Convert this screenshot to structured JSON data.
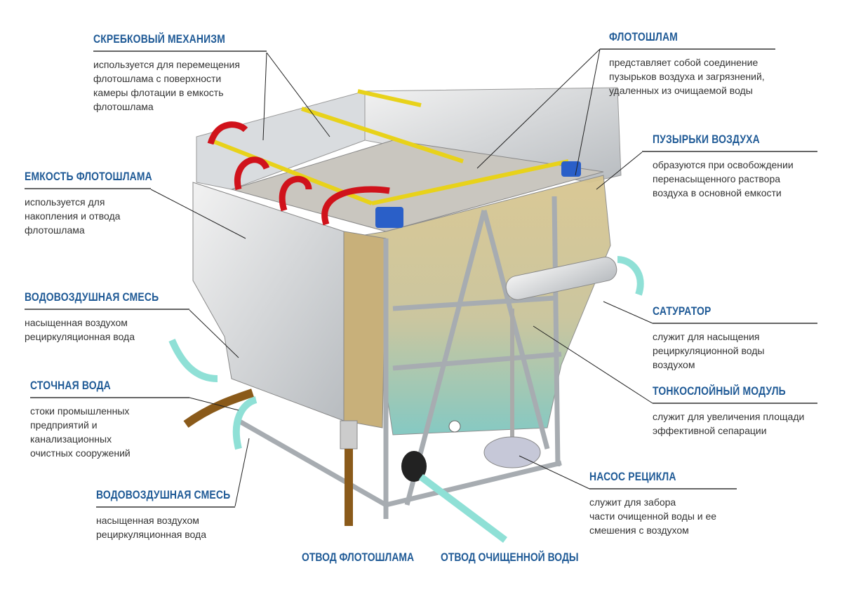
{
  "callouts": {
    "scraper": {
      "title": "СКРЕБКОВЫЙ МЕХАНИЗМ",
      "lines": [
        "используется для перемещения",
        "флотошлама с поверхности",
        "камеры флотации в емкость",
        "флотошлама"
      ]
    },
    "sludge_tank": {
      "title": "ЕМКОСТЬ ФЛОТОШЛАМА",
      "lines": [
        "используется для",
        "накопления и отвода",
        "флотошлама"
      ]
    },
    "air_water_1": {
      "title": "ВОДОВОЗДУШНАЯ СМЕСЬ",
      "lines": [
        "насыщенная воздухом",
        "рециркуляционная вода"
      ]
    },
    "wastewater": {
      "title": "СТОЧНАЯ ВОДА",
      "lines": [
        "стоки промышленных",
        "предприятий и",
        "канализационных",
        "очистных сооружений"
      ]
    },
    "air_water_2": {
      "title": "ВОДОВОЗДУШНАЯ СМЕСЬ",
      "lines": [
        "насыщенная воздухом",
        "рециркуляционная вода"
      ]
    },
    "flotosludge": {
      "title": "ФЛОТОШЛАМ",
      "lines": [
        "представляет собой соединение",
        "пузырьков воздуха и загрязнений,",
        "удаленных из очищаемой воды"
      ]
    },
    "air_bubbles": {
      "title": "ПУЗЫРЬКИ ВОЗДУХА",
      "lines": [
        "образуются при освобождении",
        "перенасыщенного раствора",
        "воздуха в основной емкости"
      ]
    },
    "saturator": {
      "title": "САТУРАТОР",
      "lines": [
        "служит для насыщения",
        "рециркуляционной воды",
        "воздухом"
      ]
    },
    "lamella": {
      "title": "ТОНКОСЛОЙНЫЙ МОДУЛЬ",
      "lines": [
        "служит для увеличения площади",
        "эффективной сепарации"
      ]
    },
    "pump": {
      "title": "НАСОС РЕЦИКЛА",
      "lines": [
        "служит для забора",
        "части очищенной воды и ее",
        "смешения с воздухом"
      ]
    }
  },
  "outlets": {
    "sludge": "ОТВОД ФЛОТОШЛАМА",
    "clean_water": "ОТВОД ОЧИЩЕННОЙ ВОДЫ"
  },
  "colors": {
    "title": "#1f5a96",
    "text": "#333333",
    "red_arrow": "#d0121b",
    "cyan_arrow": "#8fe0d6",
    "brown_arrow": "#8a5a1a"
  }
}
